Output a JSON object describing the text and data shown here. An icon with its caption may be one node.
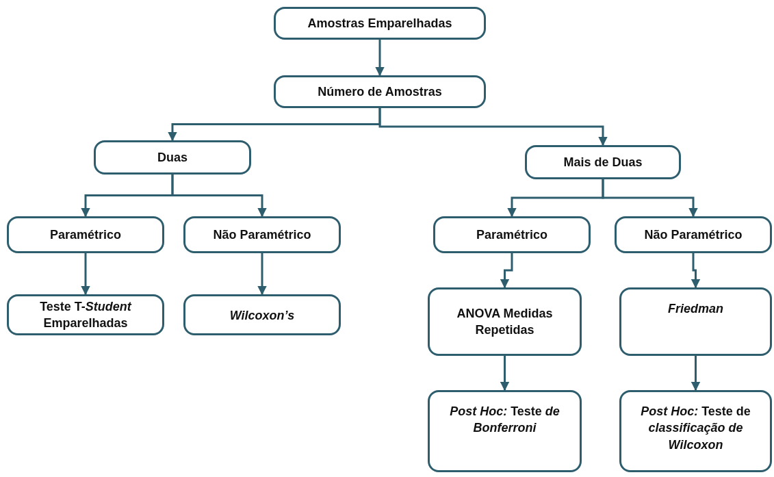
{
  "diagram": {
    "nodes": [
      {
        "text": [
          "Amostras Emparelhadas"
        ]
      },
      {
        "text": [
          "Número de Amostras"
        ]
      },
      {
        "text": [
          "Duas"
        ]
      },
      {
        "text": [
          "Mais de Duas"
        ]
      },
      {
        "text": [
          "Paramétrico"
        ]
      },
      {
        "text": [
          "Não Paramétrico"
        ]
      },
      {
        "text": [
          "Paramétrico"
        ]
      },
      {
        "text": [
          "Não Paramétrico"
        ]
      },
      {
        "text": [
          "Teste T-*Student* Emparelhadas"
        ]
      },
      {
        "text": [
          "Wilcoxon’s"
        ]
      },
      {
        "text": [
          "ANOVA Medidas Repetidas"
        ]
      },
      {
        "text": [
          "Friedman"
        ]
      },
      {
        "text": [
          "*Post Hoc:* Teste *de Bonferroni*"
        ]
      },
      {
        "text": [
          "*Post Hoc:* Teste de *classificação de Wilcoxon*"
        ]
      }
    ],
    "edges": [
      {
        "from": 0,
        "to": 1,
        "arrow": "to"
      },
      {
        "from": 1,
        "to": 2,
        "arrow": "to"
      },
      {
        "from": 1,
        "to": 3,
        "arrow": "to"
      },
      {
        "from": 2,
        "to": 4,
        "arrow": "to"
      },
      {
        "from": 2,
        "to": 5,
        "arrow": "to"
      },
      {
        "from": 3,
        "to": 6,
        "arrow": "to"
      },
      {
        "from": 3,
        "to": 7,
        "arrow": "to"
      },
      {
        "from": 4,
        "to": 8,
        "arrow": "to"
      },
      {
        "from": 5,
        "to": 9,
        "arrow": "to"
      },
      {
        "from": 6,
        "to": 10,
        "arrow": "to"
      },
      {
        "from": 7,
        "to": 11,
        "arrow": "to"
      },
      {
        "from": 10,
        "to": 12,
        "arrow": "to"
      },
      {
        "from": 11,
        "to": 13,
        "arrow": "to"
      }
    ]
  }
}
